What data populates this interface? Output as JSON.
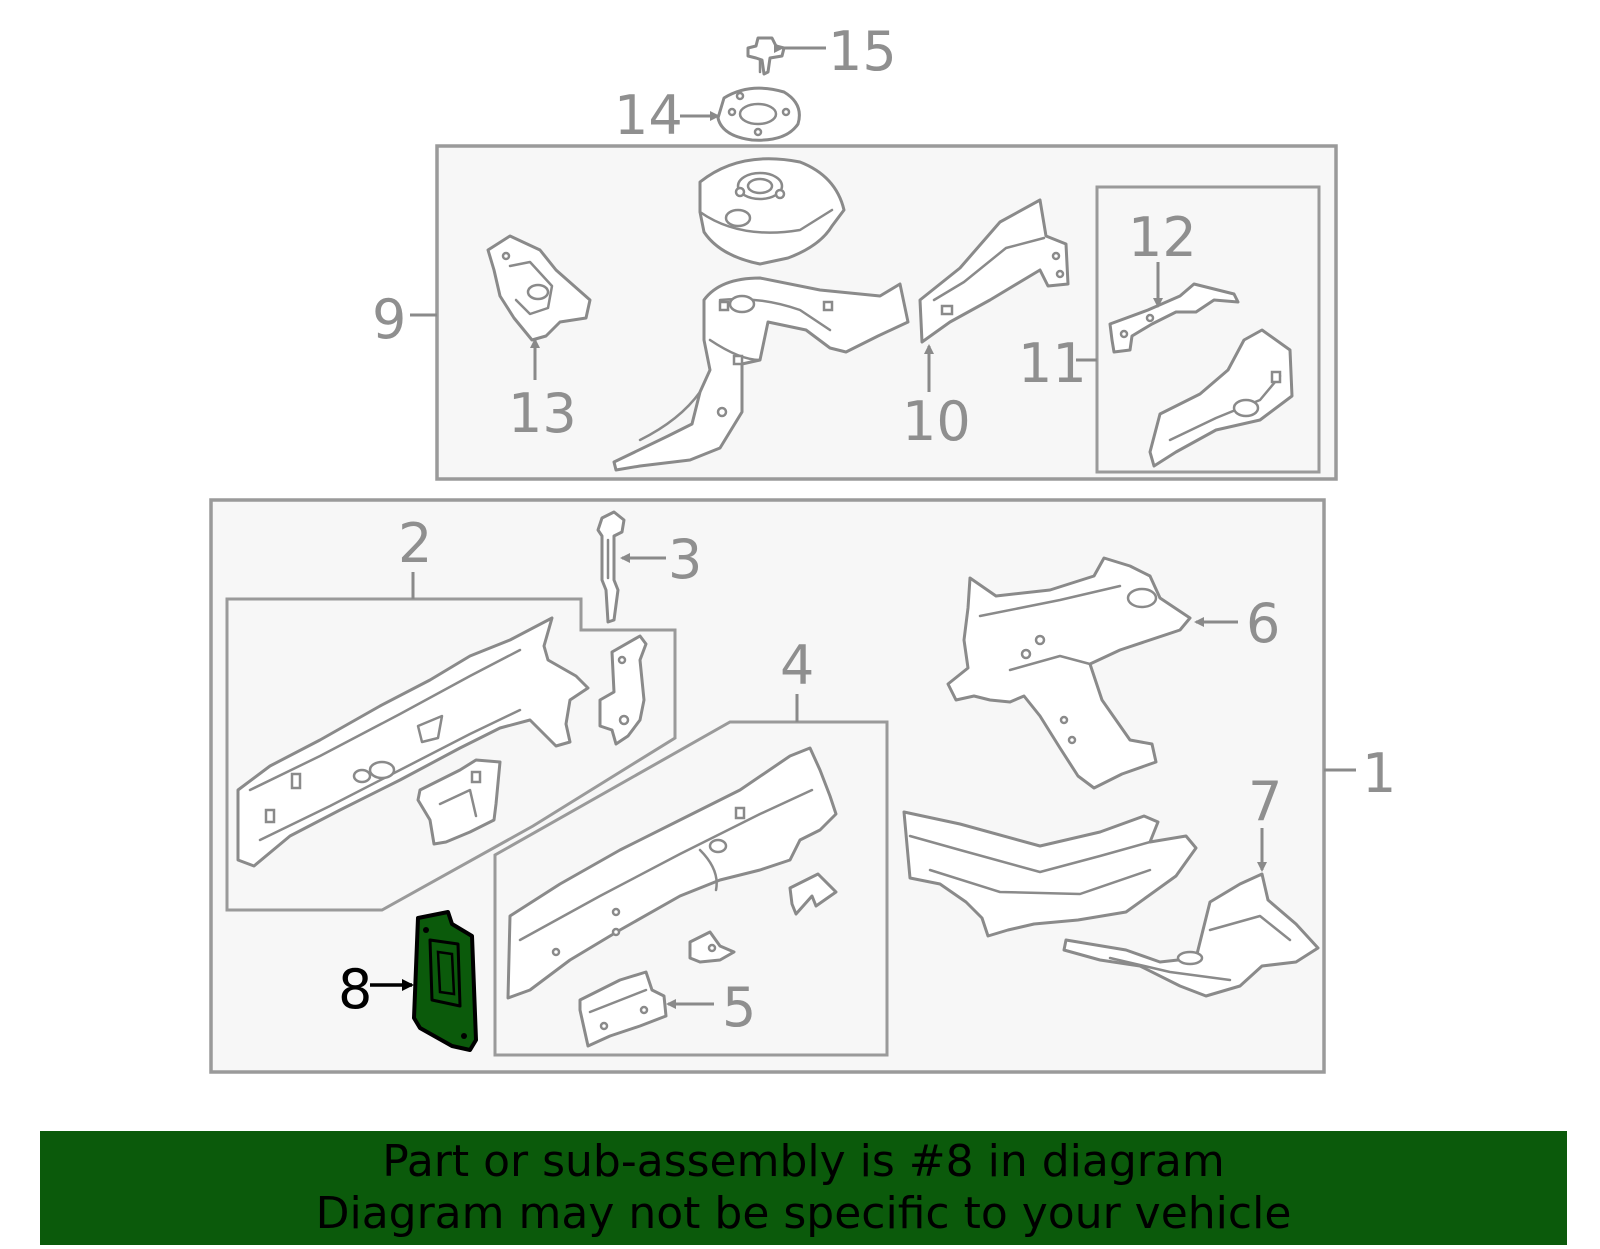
{
  "diagram": {
    "callouts": {
      "c1": "1",
      "c2": "2",
      "c3": "3",
      "c4": "4",
      "c5": "5",
      "c6": "6",
      "c7": "7",
      "c8": "8",
      "c9": "9",
      "c10": "10",
      "c11": "11",
      "c12": "12",
      "c13": "13",
      "c14": "14",
      "c15": "15"
    },
    "highlighted_part": "8",
    "highlight_color": "#0b5a0b",
    "part_line_color": "#8a8a8a"
  },
  "banner": {
    "line1": "Part or sub-assembly is #8 in diagram",
    "line2": "Diagram may not be specific to your vehicle",
    "background": "#0b5a0b"
  }
}
